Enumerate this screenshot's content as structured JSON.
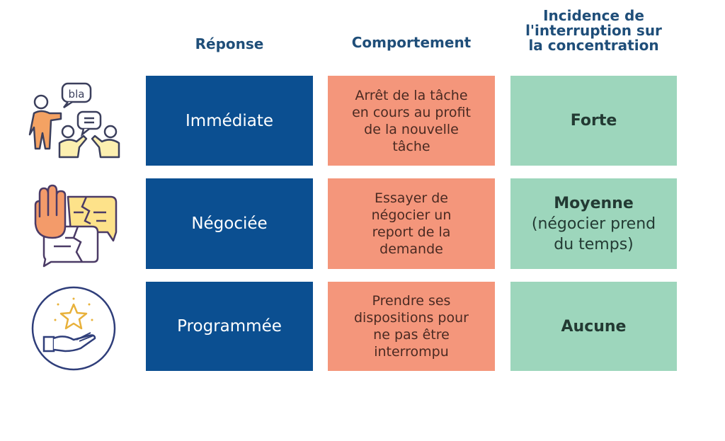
{
  "headers": {
    "response": "Réponse",
    "behavior": "Comportement",
    "impact": "Incidence de\nl'interruption sur\nla concentration"
  },
  "rows": [
    {
      "icon": "people-talking-icon",
      "icon_text": "bla",
      "response": "Immédiate",
      "behavior": "Arrêt de la tâche\nen cours au profit\nde la nouvelle\ntâche",
      "impact_title": "Forte",
      "impact_detail": ""
    },
    {
      "icon": "hand-stop-broken-speech-icon",
      "response": "Négociée",
      "behavior": "Essayer de\nnégocier un\nreport de la\ndemande",
      "impact_title": "Moyenne",
      "impact_detail": "(négocier prend\ndu temps)"
    },
    {
      "icon": "hand-star-circle-icon",
      "response": "Programmée",
      "behavior": "Prendre ses\ndispositions pour\nne pas être\ninterrompu",
      "impact_title": "Aucune",
      "impact_detail": ""
    }
  ],
  "colors": {
    "header_text": "#1f4e79",
    "response_bg": "#0b4f91",
    "behavior_bg": "#f4967b",
    "impact_bg": "#9dd6bc"
  }
}
